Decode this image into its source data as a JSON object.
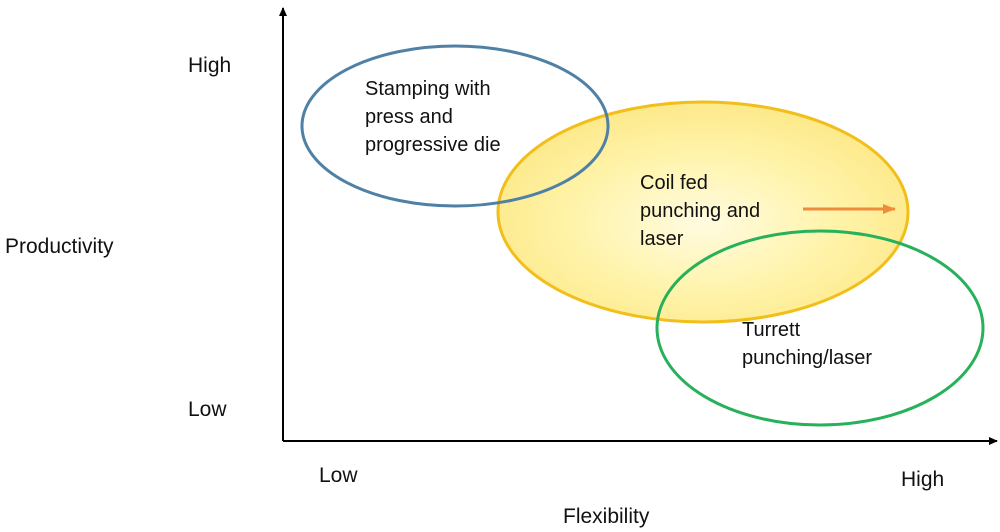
{
  "axes": {
    "y_label": "Productivity",
    "x_label": "Flexibility",
    "y_high": "High",
    "y_low": "Low",
    "x_low": "Low",
    "x_high": "High"
  },
  "regions": {
    "stamping": {
      "lines": [
        "Stamping with",
        "press and",
        "progressive die"
      ],
      "outline_color": "#4f81a6"
    },
    "coil": {
      "lines": [
        "Coil fed",
        "punching and",
        "laser"
      ],
      "outline_color": "#f2be1a",
      "fill_color": "#fff2a0"
    },
    "turret": {
      "lines": [
        "Turrett",
        "punching/laser"
      ],
      "outline_color": "#27b15a"
    }
  },
  "arrow_color": "#ee8c3b",
  "axis_color": "#000000"
}
